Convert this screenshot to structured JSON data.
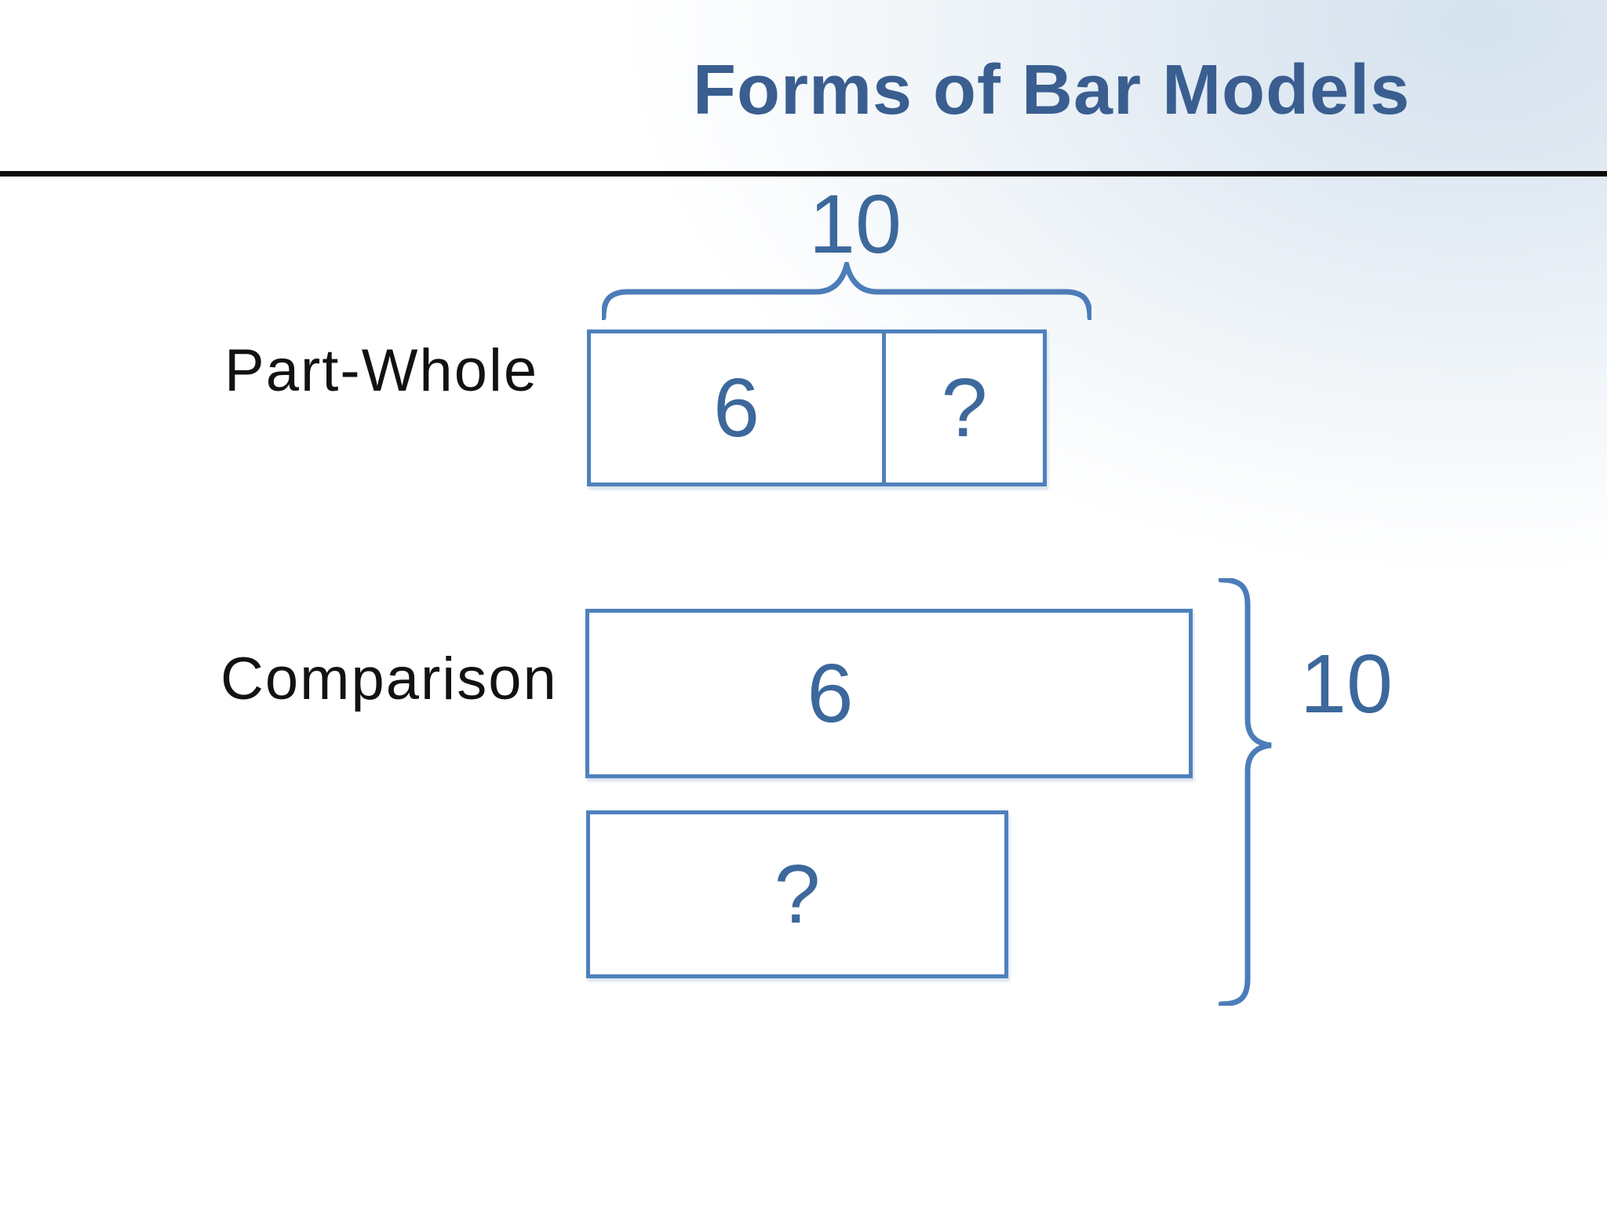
{
  "slide": {
    "title": "Forms of Bar Models"
  },
  "part_whole": {
    "label": "Part-Whole",
    "total": "10",
    "parts": [
      {
        "value": "6"
      },
      {
        "value": "?"
      }
    ]
  },
  "comparison": {
    "label": "Comparison",
    "total": "10",
    "bars": [
      {
        "value": "6"
      },
      {
        "value": "?"
      }
    ]
  },
  "icons": {
    "top_brace": "curly-brace-over-bar",
    "right_brace": "curly-brace-right-of-bars"
  },
  "colors": {
    "bar_border_blue": "#4f81bd",
    "brace_blue": "#4c7db8",
    "number_blue": "#3c689c",
    "title_blue": "#3a5e90",
    "label_black": "#121212",
    "divider_black": "#0c0c0c"
  }
}
